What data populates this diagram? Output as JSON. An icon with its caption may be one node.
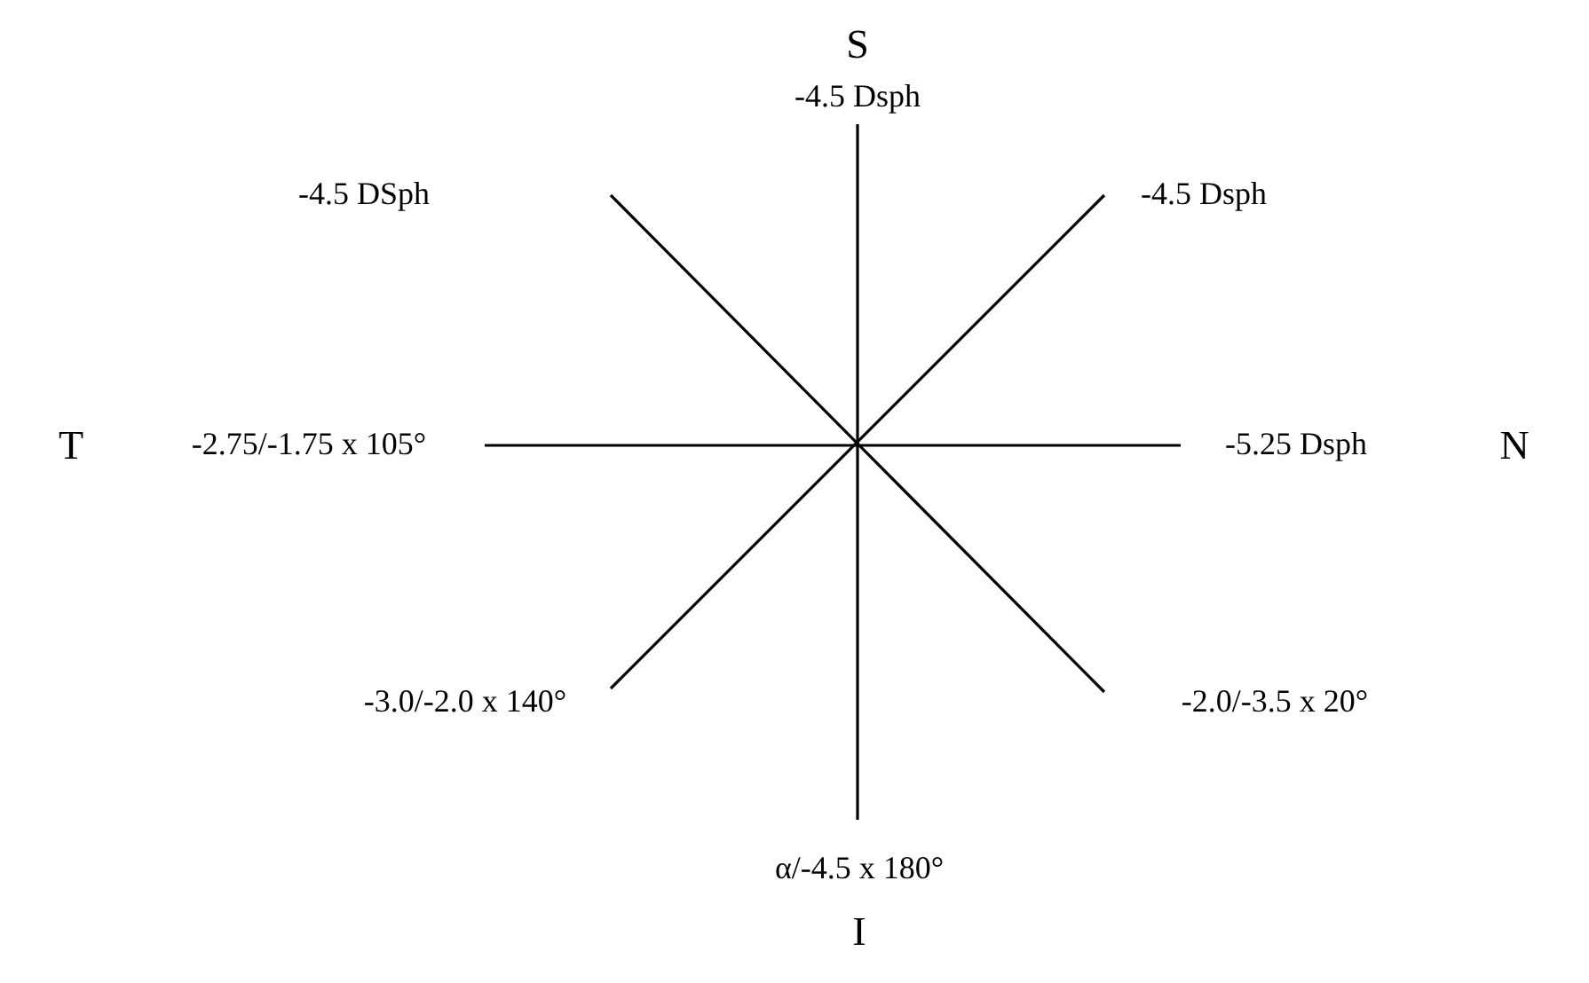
{
  "diagram": {
    "labels": [
      "S",
      "-4.5 Dsph",
      "-4.5 DSph",
      "-4.5 Dsph",
      "T",
      "-2.75/-1.75 x 105°",
      "-5.25 Dsph",
      "N",
      "-3.0/-2.0 x 140°",
      "-2.0/-3.5 x 20°",
      "α/-4.5 x 180°",
      "I"
    ]
  }
}
